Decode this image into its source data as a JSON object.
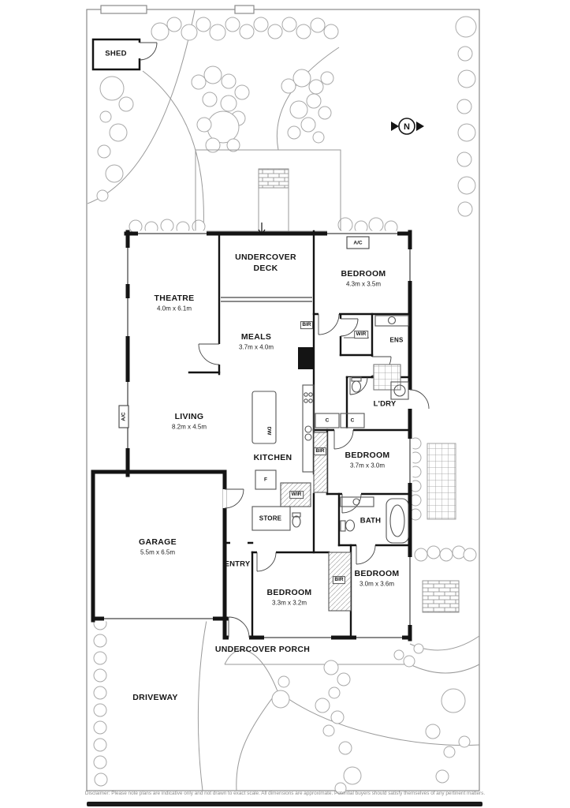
{
  "site": {
    "shed": "SHED",
    "north": "N",
    "driveway": "DRIVEWAY",
    "porch": "UNDERCOVER PORCH"
  },
  "rooms": {
    "theatre": {
      "name": "THEATRE",
      "dims": "4.0m x 6.1m"
    },
    "deck": {
      "name_line1": "UNDERCOVER",
      "name_line2": "DECK"
    },
    "bedroom1": {
      "name": "BEDROOM",
      "dims": "4.3m x 3.5m"
    },
    "meals": {
      "name": "MEALS",
      "dims": "3.7m x 4.0m"
    },
    "living": {
      "name": "LIVING",
      "dims": "8.2m x 4.5m"
    },
    "kitchen": {
      "name": "KITCHEN"
    },
    "bedroom2": {
      "name": "BEDROOM",
      "dims": "3.7m x 3.0m"
    },
    "garage": {
      "name": "GARAGE",
      "dims": "5.5m x 6.5m"
    },
    "entry": {
      "name": "ENTRY"
    },
    "bedroom3": {
      "name": "BEDROOM",
      "dims": "3.3m x 3.2m"
    },
    "bedroom4": {
      "name": "BEDROOM",
      "dims": "3.0m x 3.6m"
    },
    "bath": {
      "name": "BATH"
    },
    "laundry": {
      "name": "L'DRY"
    },
    "ensuite": {
      "name": "ENS"
    },
    "store": {
      "name": "STORE"
    }
  },
  "fixtures": {
    "bir_meals": "BIR",
    "wir_ensuite": "WIR",
    "wir_kitchen": "WIR",
    "bir_bedroom2": "BIR",
    "bir_bedroom3": "BIR",
    "cupboard1": "C",
    "cupboard2": "C",
    "fridge": "F",
    "dishwasher": "DW",
    "ac_top": "A/C",
    "ac_left": "A/C"
  },
  "page": {
    "disclaimer": "Disclaimer: Please note plans are indicative only and not drawn to exact scale. All dimensions are approximate. Potential buyers should satisfy themselves of any pertinent matters."
  },
  "colors": {
    "wall": "#141414",
    "garden_line": "#9a9a9a",
    "text": "#161616"
  }
}
